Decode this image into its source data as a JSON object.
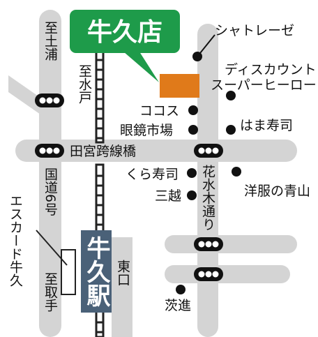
{
  "store": {
    "name": "牛久店",
    "marker_color": "#e07a1a",
    "callout_color": "#1e9b4a"
  },
  "station": {
    "name": "牛久駅",
    "box_color": "#4a6178"
  },
  "roads": {
    "to_tsuchiura": "至土浦",
    "to_mito": "至水戸",
    "to_toride": "至取手",
    "route6": "国道6号",
    "taguchi_bridge": "田宮跨線橋",
    "hanamizuki": "花水木通り",
    "east_exit": "東口"
  },
  "landmarks": [
    {
      "id": "chateraise",
      "name": "シャトレーゼ"
    },
    {
      "id": "discount",
      "name": "ディスカウント\nスーパーヒーロー"
    },
    {
      "id": "cocos",
      "name": "ココス"
    },
    {
      "id": "megane",
      "name": "眼鏡市場"
    },
    {
      "id": "hamazushi",
      "name": "はま寿司"
    },
    {
      "id": "kurazushi",
      "name": "くら寿司"
    },
    {
      "id": "mitsukoshi",
      "name": "三越"
    },
    {
      "id": "aoyama",
      "name": "洋服の青山"
    },
    {
      "id": "escard",
      "name": "エスカード牛久"
    },
    {
      "id": "ibarakishin",
      "name": "茨進"
    }
  ],
  "colors": {
    "road": "#d4d4d4",
    "rail": "#222222",
    "signal": "#111111"
  }
}
